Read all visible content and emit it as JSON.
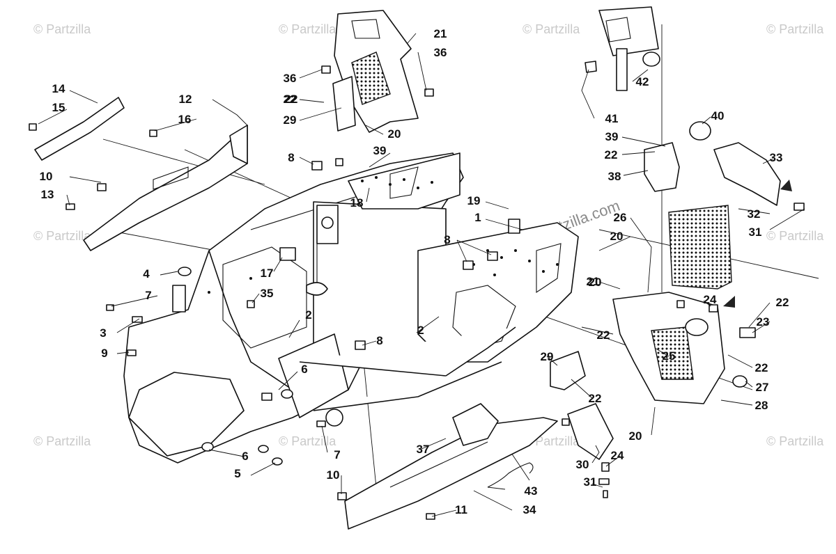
{
  "watermark": {
    "text": "© Partzilla",
    "center_text": "© Partzilla.com"
  },
  "callouts": [
    "1",
    "2",
    "2",
    "3",
    "4",
    "5",
    "6",
    "6",
    "7",
    "7",
    "8",
    "8",
    "8",
    "9",
    "10",
    "10",
    "11",
    "12",
    "13",
    "14",
    "15",
    "16",
    "17",
    "18",
    "19",
    "20",
    "20",
    "20",
    "20",
    "21",
    "21",
    "22",
    "22",
    "22",
    "22",
    "22",
    "22",
    "22",
    "23",
    "24",
    "24",
    "25",
    "26",
    "27",
    "28",
    "29",
    "29",
    "30",
    "31",
    "31",
    "32",
    "33",
    "34",
    "35",
    "36",
    "36",
    "37",
    "38",
    "39",
    "39",
    "40",
    "41",
    "42",
    "43"
  ],
  "colors": {
    "line": "#111111",
    "background": "#ffffff",
    "watermark": "#c9c9c9"
  }
}
